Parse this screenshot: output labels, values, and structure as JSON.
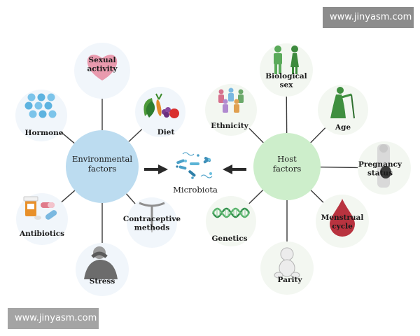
{
  "watermarks": {
    "top": "www.jinyasm.com",
    "bottom": "www.jinyasm.com"
  },
  "center": {
    "label": "Microbiota"
  },
  "environmental": {
    "hub": [
      "Environmental",
      "factors"
    ],
    "color": "#bcdcf0",
    "factors": [
      {
        "id": "sexual-activity",
        "label": [
          "Sexual",
          "activity"
        ],
        "icon": "heart-icon"
      },
      {
        "id": "diet",
        "label": [
          "Diet"
        ],
        "icon": "vegetables-icon"
      },
      {
        "id": "contraceptive-methods",
        "label": [
          "Contraceptive",
          "methods"
        ],
        "icon": "iud-icon"
      },
      {
        "id": "stress",
        "label": [
          "Stress"
        ],
        "icon": "stressed-person-icon"
      },
      {
        "id": "antibiotics",
        "label": [
          "Antibiotics"
        ],
        "icon": "pills-icon"
      },
      {
        "id": "hormone",
        "label": [
          "Hormone"
        ],
        "icon": "hormone-dots-icon"
      }
    ]
  },
  "host": {
    "hub": [
      "Host",
      "factors"
    ],
    "color": "#cdeecb",
    "factors": [
      {
        "id": "biological-sex",
        "label": [
          "Biological",
          "sex"
        ],
        "icon": "male-female-icon"
      },
      {
        "id": "age",
        "label": [
          "Age"
        ],
        "icon": "elderly-woman-icon"
      },
      {
        "id": "pregnancy-status",
        "label": [
          "Pregnancy",
          "status"
        ],
        "icon": "pregnant-silhouette-icon"
      },
      {
        "id": "menstrual-cycle",
        "label": [
          "Menstrual",
          "cycle"
        ],
        "icon": "blood-drop-icon"
      },
      {
        "id": "parity",
        "label": [
          "Parity"
        ],
        "icon": "baby-icon"
      },
      {
        "id": "genetics",
        "label": [
          "Genetics"
        ],
        "icon": "dna-icon"
      },
      {
        "id": "ethnicity",
        "label": [
          "Ethnicity"
        ],
        "icon": "people-group-icon"
      }
    ]
  },
  "colors": {
    "line": "#3a3a3a",
    "satellite": "#f1f6fb",
    "hostSatellite": "#f3f7f1",
    "arrow": "#2a2a2a"
  }
}
